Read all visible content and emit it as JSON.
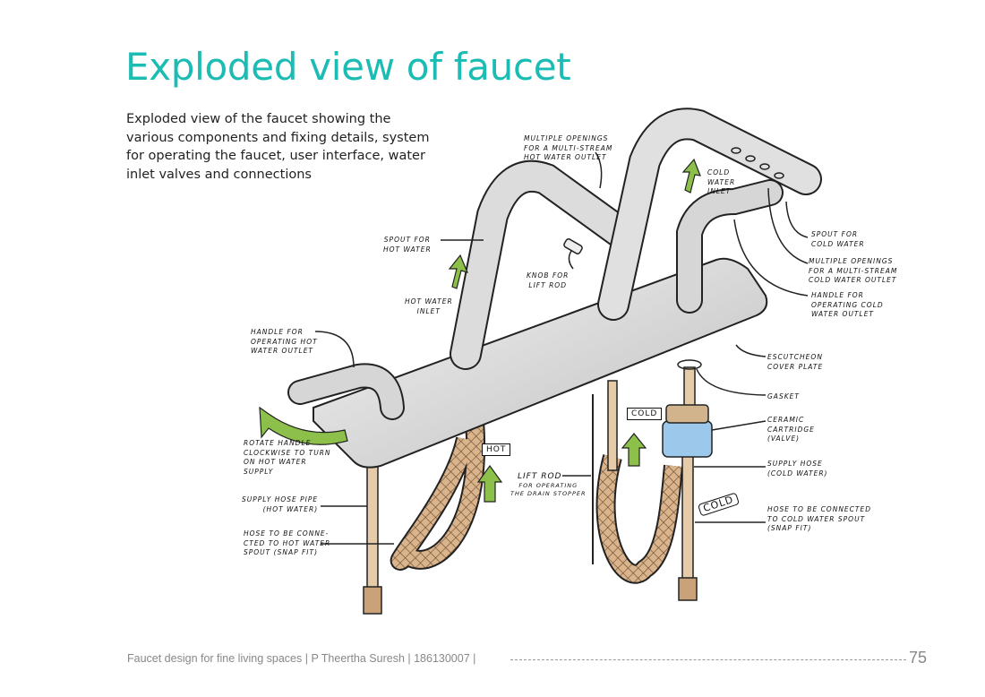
{
  "title": "Exploded view of faucet",
  "intro": "Exploded view of the faucet showing the various components and fixing details, system for operating the faucet, user interface, water inlet valves and connections",
  "labels": {
    "multi_hot": "Multiple openings\nfor a multi-stream\nhot water outlet",
    "cold_inlet": "Cold\nwater\ninlet",
    "spout_hot": "Spout for\nhot water",
    "knob": "Knob for\nlift rod",
    "hot_inlet": "Hot water\ninlet",
    "handle_hot": "Handle for\noperating hot\nwater outlet",
    "spout_cold": "Spout for\ncold water",
    "multi_cold": "Multiple openings\nfor a multi-stream\ncold water outlet",
    "handle_cold": "Handle for\noperating cold\nwater outlet",
    "escutcheon": "Escutcheon\ncover plate",
    "gasket": "Gasket",
    "cartridge": "Ceramic\ncartridge\n(valve)",
    "supply_cold": "Supply hose\n(cold water)",
    "hose_cold": "Hose to be connected\nto cold water spout\n(snap fit)",
    "rotate": "Rotate handle\nclockwise to turn\non hot water\nsupply",
    "supply_hot": "Supply hose pipe\n(hot water)",
    "hose_hot": "Hose to be conne-\ncted to hot water\nspout (snap fit)",
    "lift_rod": "Lift rod",
    "lift_rod_sub": "for operating\nthe drain stopper"
  },
  "tags": {
    "hot": "HOT",
    "cold": "COLD",
    "cold2": "COLD"
  },
  "footer": {
    "text": "Faucet design for fine living spaces | P Theertha Suresh | 186130007 |",
    "page": "75"
  },
  "colors": {
    "accent": "#1bbcb4",
    "arrow": "#8dc04a",
    "hose": "#c9a27a",
    "cartridge": "#9cc8ec"
  }
}
